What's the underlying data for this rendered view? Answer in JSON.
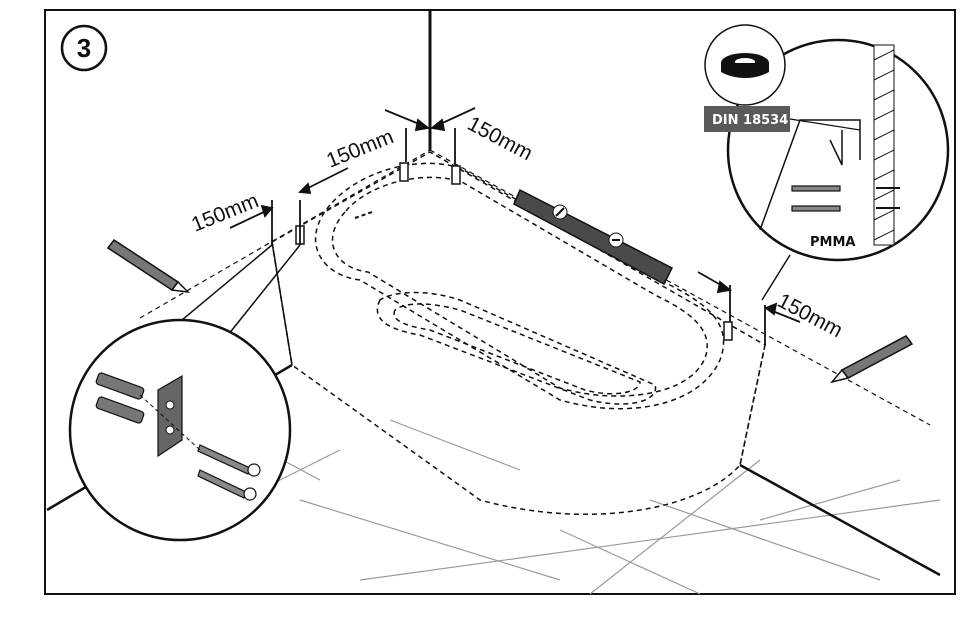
{
  "step": {
    "number": "3"
  },
  "dimensions": {
    "left": "150mm",
    "back_left": "150mm",
    "back_right": "150mm",
    "right": "150mm"
  },
  "detail_callout": {
    "standard": "DIN 18534",
    "material": "PMMA"
  },
  "colors": {
    "line": "#111111",
    "tag_background": "#5a5a5a",
    "tile_grid": "#9a9a9a",
    "level_body": "#4a4a4a"
  }
}
